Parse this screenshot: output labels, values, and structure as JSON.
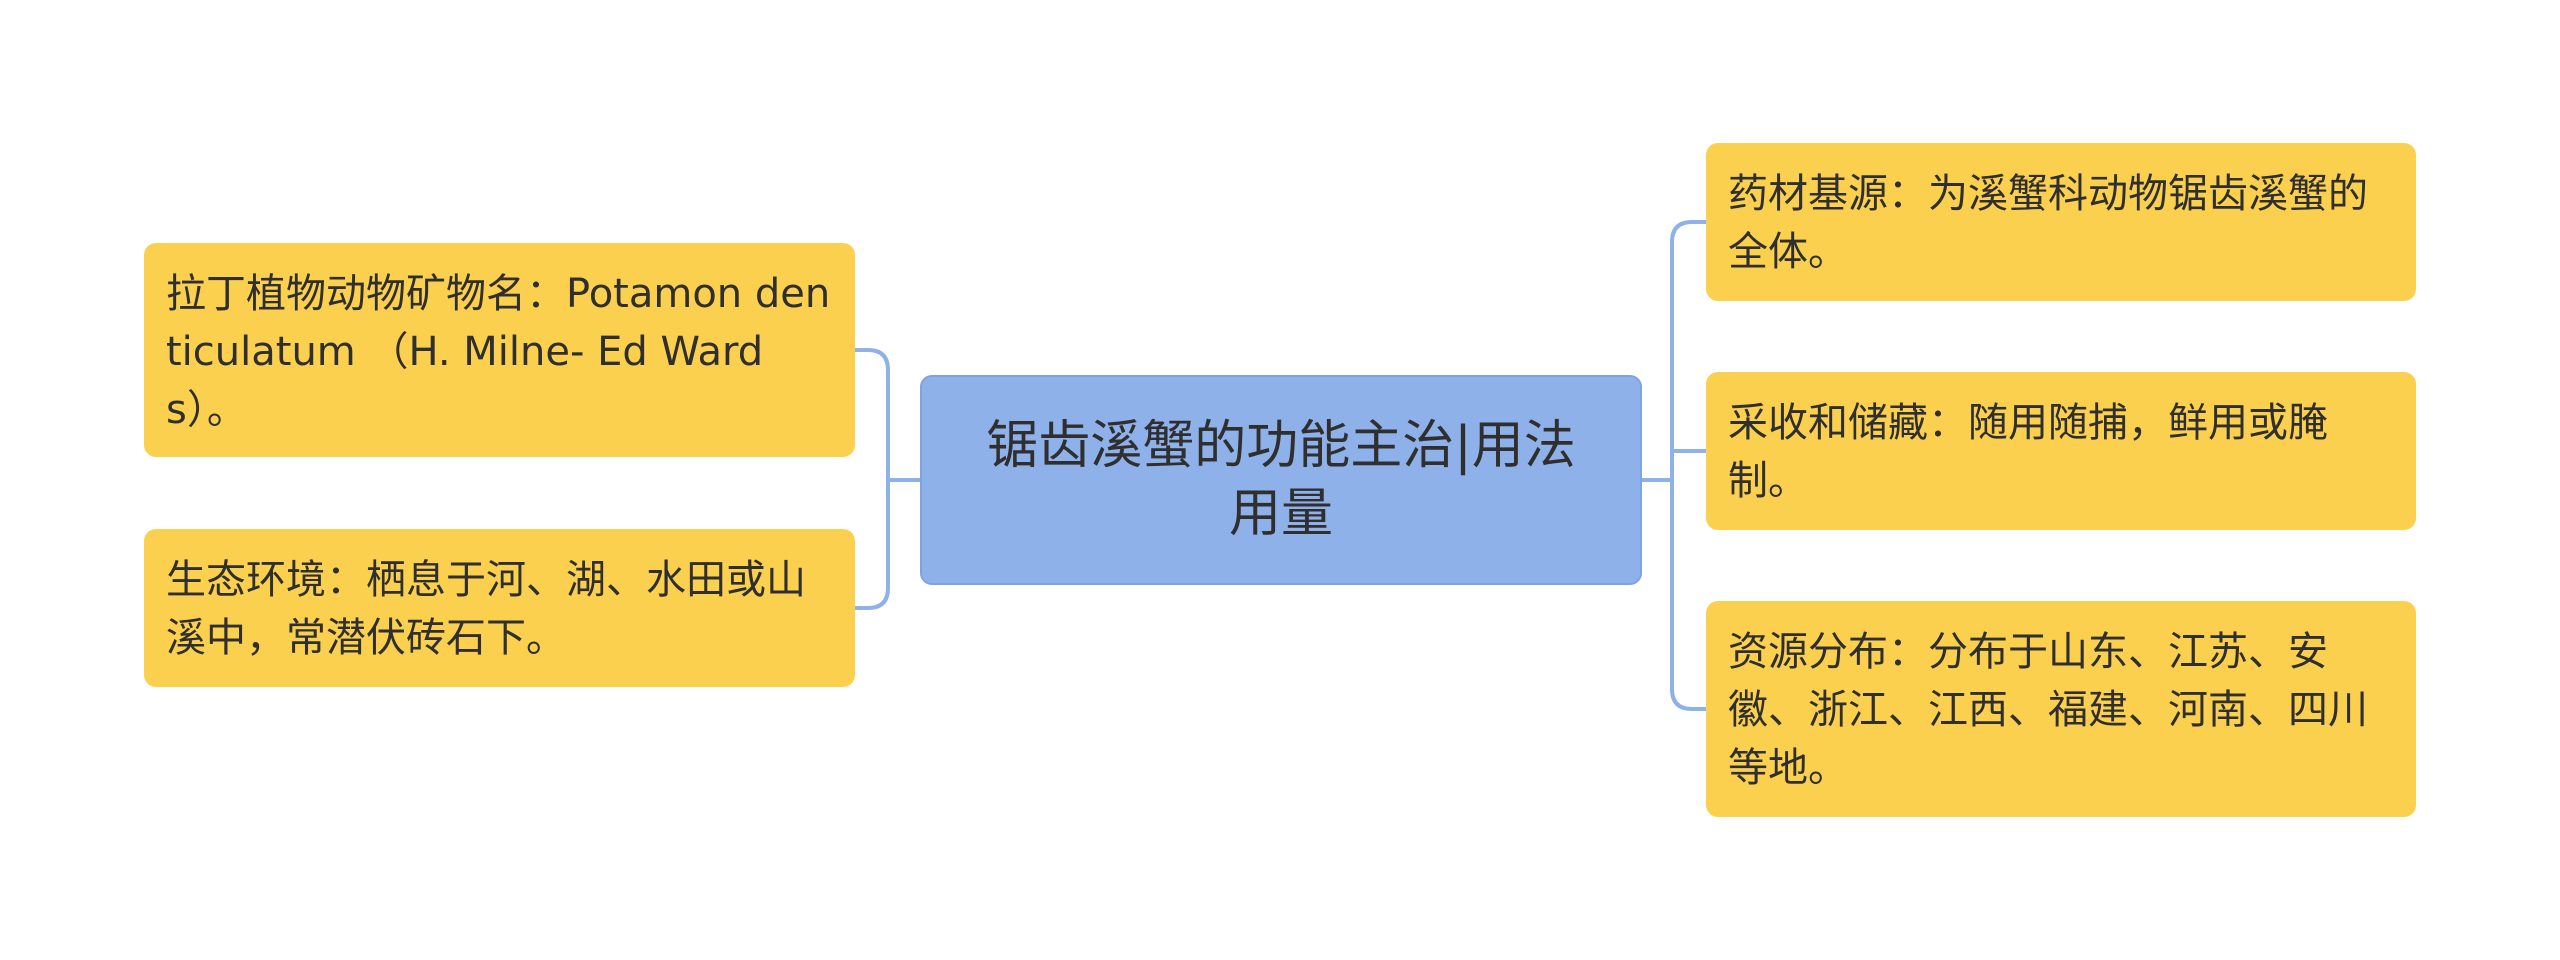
{
  "center": {
    "label": "锯齿溪蟹的功能主治|用法用量"
  },
  "left_branches": [
    {
      "label": "拉丁植物动物矿物名：Potamon denticulatum （H. Milne- Ed Wards）。"
    },
    {
      "label": "生态环境：栖息于河、湖、水田或山溪中，常潜伏砖石下。"
    }
  ],
  "right_branches": [
    {
      "label": "药材基源：为溪蟹科动物锯齿溪蟹的全体。"
    },
    {
      "label": "采收和储藏：随用随捕，鲜用或腌制。"
    },
    {
      "label": "资源分布：分布于山东、江苏、安徽、浙江、江西、福建、河南、四川等地。"
    }
  ],
  "colors": {
    "center_fill": "#8fb1e9",
    "leaf_fill": "#fcd04f",
    "connector": "#8fb1e9",
    "text": "#2f2f2f"
  }
}
